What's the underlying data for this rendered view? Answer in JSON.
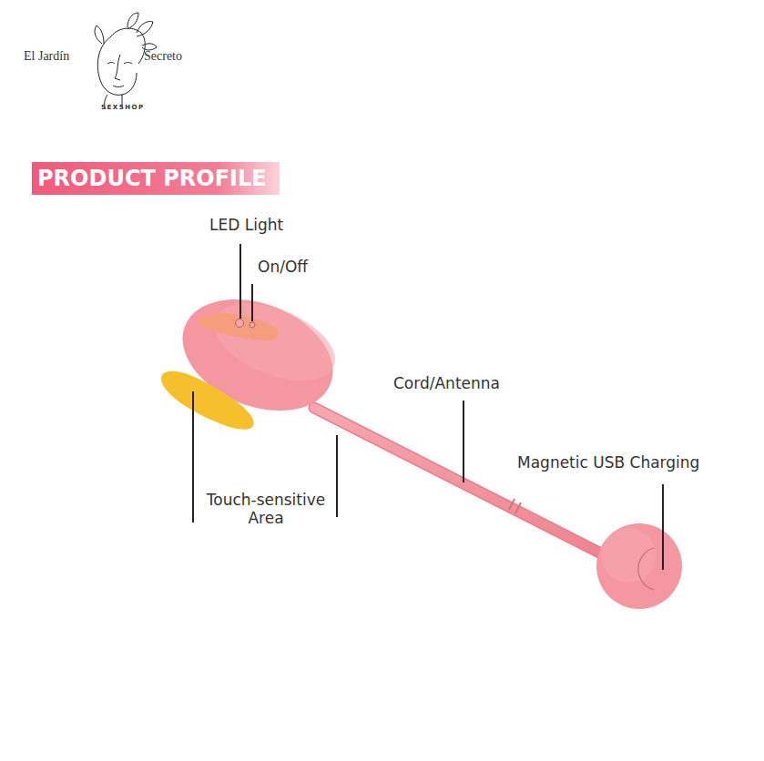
{
  "diagram": {
    "nodes": [
      {
        "text": [
          "PRODUCT PROFILE"
        ]
      }
    ],
    "labels": [
      "El Jardín",
      "Secreto",
      "SEXSHOP",
      "LED Light",
      "On/Off",
      "Cord/Antenna",
      "Magnetic USB Charging",
      "Touch-sensitive Area"
    ]
  }
}
